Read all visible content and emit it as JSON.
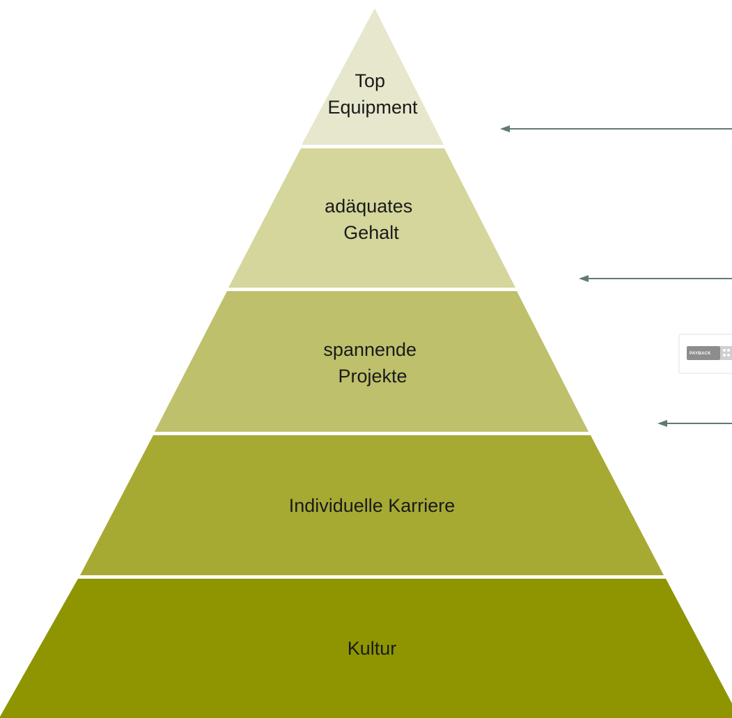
{
  "colors": {
    "background": "#ffffff",
    "tier_1": "#e6e7cc",
    "tier_2": "#d4d69b",
    "tier_3": "#bec06b",
    "tier_4": "#a6aa33",
    "tier_5": "#8e9500",
    "arrow": "#5f7a72",
    "label": "#1a1a1a"
  },
  "pyramid": {
    "tiers": [
      {
        "lines": [
          "Top",
          "Equipment"
        ]
      },
      {
        "lines": [
          "adäquates",
          "Gehalt"
        ]
      },
      {
        "lines": [
          "spannende",
          "Projekte"
        ]
      },
      {
        "lines": [
          "Individuelle Karriere"
        ]
      },
      {
        "lines": [
          "Kultur"
        ]
      }
    ]
  },
  "arrows": [
    {
      "icon": "arrow-left-icon"
    },
    {
      "icon": "arrow-left-icon"
    },
    {
      "icon": "arrow-left-icon"
    }
  ],
  "logo": {
    "text": "PAYBACK",
    "icon": "payback-logo"
  }
}
